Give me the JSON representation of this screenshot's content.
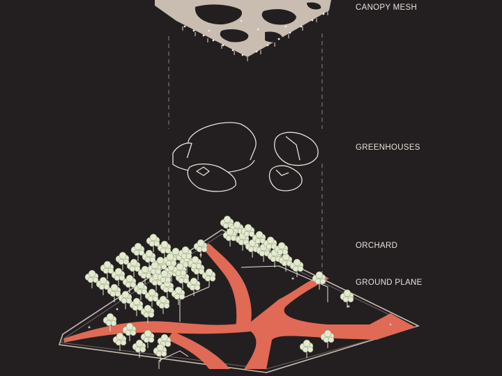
{
  "labels": {
    "canopy": "CANOPY MESH",
    "greenhouses": "GREENHOUSES",
    "orchard": "ORCHARD",
    "ground": "GROUND PLANE"
  },
  "colors": {
    "background": "#231f20",
    "canopy": "#c9bcb0",
    "path": "#e06a55",
    "line": "#e8e2dc",
    "tree": "#e4ead0"
  }
}
